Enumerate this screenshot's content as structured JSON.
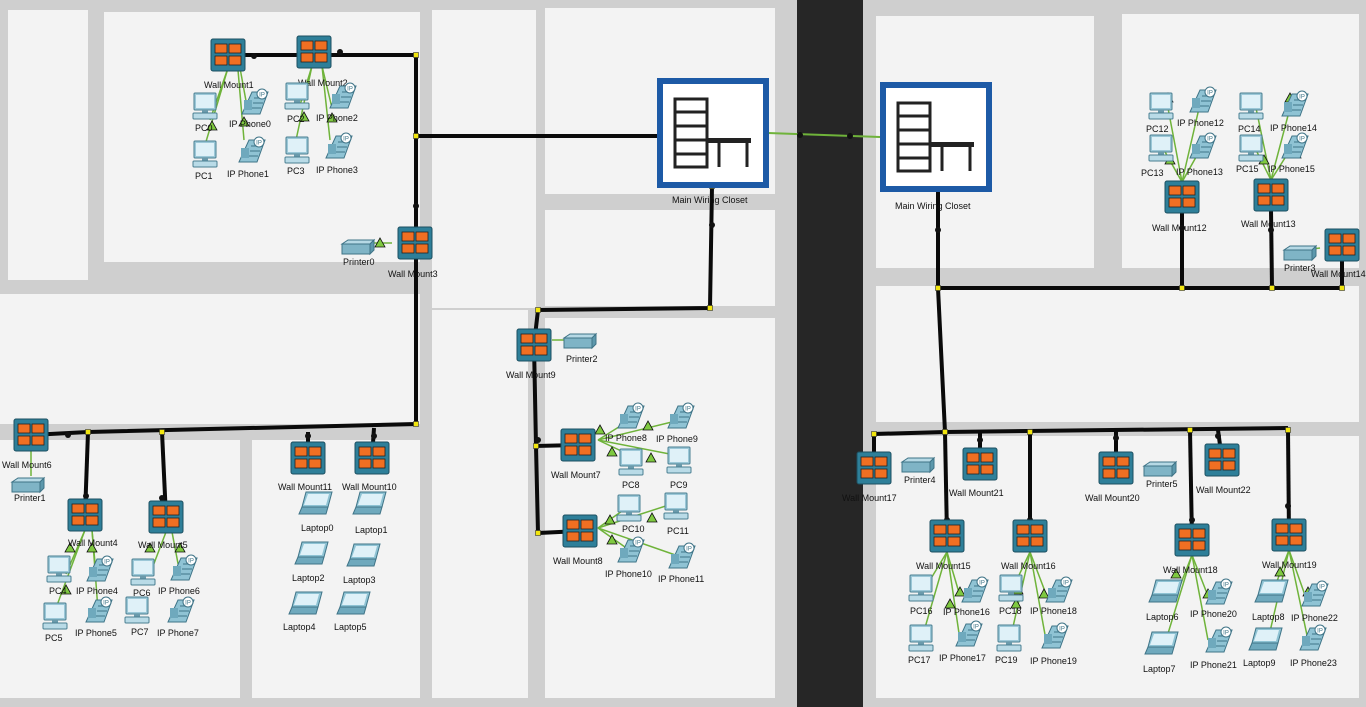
{
  "colors": {
    "floor": "#f3f3f3",
    "wall": "#cfcfcf",
    "divider": "#262626",
    "backbone_cable": "#0a0a0a",
    "straight_cable": "#6fb33a",
    "wallmount_body": "#2e7f99",
    "wallmount_port": "#f06f22",
    "closet_frame": "#1d5aa6",
    "link_indicator": "#7fc940"
  },
  "closets": [
    {
      "id": "closet-left",
      "label": "Main Wiring Closet",
      "icon": "rack-icon"
    },
    {
      "id": "closet-right",
      "label": "Main Wiring Closet",
      "icon": "rack-icon"
    }
  ],
  "wall_mounts": [
    {
      "id": "wm0",
      "label": "Wall Mount1",
      "icon": "wall-mount-icon"
    },
    {
      "id": "wm2",
      "label": "Wall Mount2",
      "icon": "wall-mount-icon"
    },
    {
      "id": "wm3",
      "label": "Wall Mount3",
      "icon": "wall-mount-icon"
    },
    {
      "id": "wm6",
      "label": "Wall Mount6",
      "icon": "wall-mount-icon"
    },
    {
      "id": "wm4",
      "label": "Wall Mount4",
      "icon": "wall-mount-icon"
    },
    {
      "id": "wm5",
      "label": "Wall Mount5",
      "icon": "wall-mount-icon"
    },
    {
      "id": "wm11",
      "label": "Wall Mount11",
      "icon": "wall-mount-icon"
    },
    {
      "id": "wm10",
      "label": "Wall Mount10",
      "icon": "wall-mount-icon"
    },
    {
      "id": "wm9",
      "label": "Wall Mount9",
      "icon": "wall-mount-icon"
    },
    {
      "id": "wm7",
      "label": "Wall Mount7",
      "icon": "wall-mount-icon"
    },
    {
      "id": "wm8",
      "label": "Wall Mount8",
      "icon": "wall-mount-icon"
    },
    {
      "id": "wm12",
      "label": "Wall Mount12",
      "icon": "wall-mount-icon"
    },
    {
      "id": "wm13",
      "label": "Wall Mount13",
      "icon": "wall-mount-icon"
    },
    {
      "id": "wm14",
      "label": "Wall Mount14",
      "icon": "wall-mount-icon"
    },
    {
      "id": "wm17",
      "label": "Wall Mount17",
      "icon": "wall-mount-icon"
    },
    {
      "id": "wm21",
      "label": "Wall Mount21",
      "icon": "wall-mount-icon"
    },
    {
      "id": "wm20",
      "label": "Wall Mount20",
      "icon": "wall-mount-icon"
    },
    {
      "id": "wm22",
      "label": "Wall Mount22",
      "icon": "wall-mount-icon"
    },
    {
      "id": "wm15",
      "label": "Wall Mount15",
      "icon": "wall-mount-icon"
    },
    {
      "id": "wm16",
      "label": "Wall Mount16",
      "icon": "wall-mount-icon"
    },
    {
      "id": "wm18",
      "label": "Wall Mount18",
      "icon": "wall-mount-icon"
    },
    {
      "id": "wm19",
      "label": "Wall Mount19",
      "icon": "wall-mount-icon"
    }
  ],
  "pcs": [
    {
      "id": "pc0",
      "label": "PC0"
    },
    {
      "id": "pc1",
      "label": "PC1"
    },
    {
      "id": "pc2",
      "label": "PC2"
    },
    {
      "id": "pc3",
      "label": "PC3"
    },
    {
      "id": "pc4",
      "label": "PC4"
    },
    {
      "id": "pc5",
      "label": "PC5"
    },
    {
      "id": "pc6",
      "label": "PC6"
    },
    {
      "id": "pc7",
      "label": "PC7"
    },
    {
      "id": "pc8",
      "label": "PC8"
    },
    {
      "id": "pc9",
      "label": "PC9"
    },
    {
      "id": "pc10",
      "label": "PC10"
    },
    {
      "id": "pc11",
      "label": "PC11"
    },
    {
      "id": "pc12",
      "label": "PC12"
    },
    {
      "id": "pc13",
      "label": "PC13"
    },
    {
      "id": "pc14",
      "label": "PC14"
    },
    {
      "id": "pc15",
      "label": "PC15"
    },
    {
      "id": "pc16",
      "label": "PC16"
    },
    {
      "id": "pc17",
      "label": "PC17"
    },
    {
      "id": "pc18",
      "label": "PC18"
    },
    {
      "id": "pc19",
      "label": "PC19"
    }
  ],
  "ip_phones": [
    {
      "id": "ph0",
      "label": "IP Phone0"
    },
    {
      "id": "ph1",
      "label": "IP Phone1"
    },
    {
      "id": "ph2",
      "label": "IP Phone2"
    },
    {
      "id": "ph3",
      "label": "IP Phone3"
    },
    {
      "id": "ph4",
      "label": "IP Phone4"
    },
    {
      "id": "ph5",
      "label": "IP Phone5"
    },
    {
      "id": "ph6",
      "label": "IP Phone6"
    },
    {
      "id": "ph7",
      "label": "IP Phone7"
    },
    {
      "id": "ph8",
      "label": "IP Phone8"
    },
    {
      "id": "ph9",
      "label": "IP Phone9"
    },
    {
      "id": "ph10",
      "label": "IP Phone10"
    },
    {
      "id": "ph11",
      "label": "IP Phone11"
    },
    {
      "id": "ph12",
      "label": "IP Phone12"
    },
    {
      "id": "ph13",
      "label": "IP Phone13"
    },
    {
      "id": "ph14",
      "label": "IP Phone14"
    },
    {
      "id": "ph15",
      "label": "IP Phone15"
    },
    {
      "id": "ph16",
      "label": "IP Phone16"
    },
    {
      "id": "ph17",
      "label": "IP Phone17"
    },
    {
      "id": "ph18",
      "label": "IP Phone18"
    },
    {
      "id": "ph19",
      "label": "IP Phone19"
    },
    {
      "id": "ph20",
      "label": "IP Phone20"
    },
    {
      "id": "ph21",
      "label": "IP Phone21"
    },
    {
      "id": "ph22",
      "label": "IP Phone22"
    },
    {
      "id": "ph23",
      "label": "IP Phone23"
    }
  ],
  "laptops": [
    {
      "id": "lt0",
      "label": "Laptop0"
    },
    {
      "id": "lt1",
      "label": "Laptop1"
    },
    {
      "id": "lt2",
      "label": "Laptop2"
    },
    {
      "id": "lt3",
      "label": "Laptop3"
    },
    {
      "id": "lt4",
      "label": "Laptop4"
    },
    {
      "id": "lt5",
      "label": "Laptop5"
    },
    {
      "id": "lt6",
      "label": "Laptop6"
    },
    {
      "id": "lt7",
      "label": "Laptop7"
    },
    {
      "id": "lt8",
      "label": "Laptop8"
    },
    {
      "id": "lt9",
      "label": "Laptop9"
    }
  ],
  "printers": [
    {
      "id": "pr0",
      "label": "Printer0"
    },
    {
      "id": "pr1",
      "label": "Printer1"
    },
    {
      "id": "pr2",
      "label": "Printer2"
    },
    {
      "id": "pr3",
      "label": "Printer3"
    },
    {
      "id": "pr4",
      "label": "Printer4"
    },
    {
      "id": "pr5",
      "label": "Printer5"
    }
  ]
}
